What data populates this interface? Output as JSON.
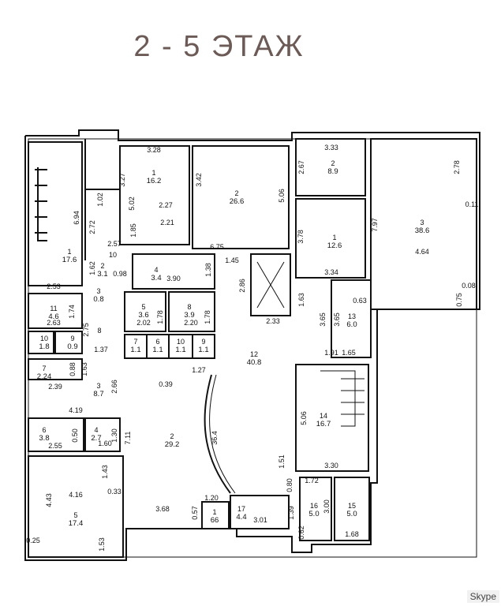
{
  "title": "2 - 5 ЭТАЖ",
  "watermark": "Skype",
  "rooms": [
    {
      "id": "r1-top",
      "num": "1",
      "area": "16.2"
    },
    {
      "id": "r2-top",
      "num": "2",
      "area": "26.6"
    },
    {
      "id": "r2-right",
      "num": "2",
      "area": "8.9"
    },
    {
      "id": "r3-right",
      "num": "3",
      "area": "38.6"
    },
    {
      "id": "r1-stairs",
      "num": "1",
      "area": "17.6"
    },
    {
      "id": "r1-mid",
      "num": "1",
      "area": "12.6"
    },
    {
      "id": "r2-small",
      "num": "2",
      "area": "3.1"
    },
    {
      "id": "r10-small",
      "num": "10",
      "area": ""
    },
    {
      "id": "r3-small",
      "num": "3",
      "area": "0.8"
    },
    {
      "id": "r4-hall",
      "num": "4",
      "area": "3.4"
    },
    {
      "id": "r5-a",
      "num": "5",
      "area": "3.6"
    },
    {
      "id": "r8-a",
      "num": "8",
      "area": "3.9"
    },
    {
      "id": "r11-left",
      "num": "11",
      "area": "4.6"
    },
    {
      "id": "r10-left",
      "num": "10",
      "area": "1.8"
    },
    {
      "id": "r9-left",
      "num": "9",
      "area": "0.9"
    },
    {
      "id": "r8-left",
      "num": "8",
      "area": ""
    },
    {
      "id": "r7-wc1",
      "num": "7",
      "area": "1.1"
    },
    {
      "id": "r6-wc",
      "num": "6",
      "area": "1.1"
    },
    {
      "id": "r10-wc",
      "num": "10",
      "area": "1.1"
    },
    {
      "id": "r9-wc",
      "num": "9",
      "area": "1.1"
    },
    {
      "id": "r7-left",
      "num": "7",
      "area": "2.24"
    },
    {
      "id": "r3-left",
      "num": "3",
      "area": "8.7"
    },
    {
      "id": "r12-hall",
      "num": "12",
      "area": "40.8"
    },
    {
      "id": "r13-right",
      "num": "13",
      "area": "6.0"
    },
    {
      "id": "r14-stairs",
      "num": "14",
      "area": "16.7"
    },
    {
      "id": "r6-left",
      "num": "6",
      "area": "3.8"
    },
    {
      "id": "r4-left",
      "num": "4",
      "area": "2.7"
    },
    {
      "id": "r2-big",
      "num": "2",
      "area": "29.2"
    },
    {
      "id": "r5-corner",
      "num": "5",
      "area": "17.4"
    },
    {
      "id": "r1-bottom",
      "num": "1",
      "area": "66"
    },
    {
      "id": "r17-bottom",
      "num": "17",
      "area": "4.4"
    },
    {
      "id": "r16-bottom",
      "num": "16",
      "area": "5.0"
    },
    {
      "id": "r15-bottom",
      "num": "15",
      "area": "5.0"
    }
  ],
  "dimensions": [
    "3.28",
    "3.27",
    "5.02",
    "2.27",
    "1.02",
    "2.72",
    "2.21",
    "1.85",
    "3.42",
    "5.06",
    "6.75",
    "3.33",
    "2.67",
    "3.78",
    "7.97",
    "2.78",
    "0.11",
    "4.64",
    "0.08",
    "0.75",
    "6.94",
    "2.57",
    "1.62",
    "0.98",
    "3.90",
    "1.38",
    "1.45",
    "2.86",
    "2.33",
    "1.63",
    "3.34",
    "0.63",
    "2.53",
    "1.74",
    "2.63",
    "2.02",
    "1.78",
    "2.20",
    "1.78",
    "3.65",
    "3.65",
    "1.65",
    "1.91",
    "1.37",
    "2.75",
    "1.27",
    "0.39",
    "0.88",
    "1.63",
    "2.39",
    "2.66",
    "4.19",
    "5.06",
    "0.50",
    "7.11",
    "1.30",
    "2.55",
    "1.60",
    "36.4",
    "1.51",
    "3.30",
    "1.43",
    "0.33",
    "4.43",
    "4.16",
    "1.53",
    "0.25",
    "3.68",
    "0.57",
    "1.20",
    "0.80",
    "1.72",
    "1.39",
    "3.01",
    "3.00",
    "1.68",
    "0.62"
  ]
}
